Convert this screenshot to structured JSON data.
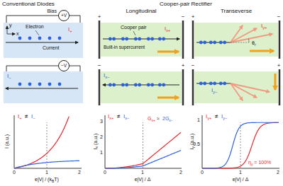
{
  "diagram": {
    "nodes": [
      {
        "text": [
          "+V"
        ]
      },
      {
        "text": [
          "y",
          "x",
          "Electron",
          "Current",
          "I+"
        ]
      },
      {
        "text": [
          "−V"
        ]
      },
      {
        "text": [
          "I−"
        ]
      },
      {
        "text": [
          "Cooper pair",
          "Ix+",
          "Built-in supercurrent"
        ]
      },
      {
        "text": [
          "Ix−"
        ]
      },
      {
        "text": [
          "Iy+",
          "θr"
        ]
      },
      {
        "text": [
          "Iy−"
        ]
      }
    ],
    "edges": [
      {
        "from": 0,
        "to": 1,
        "arrow": "none"
      },
      {
        "from": 2,
        "to": 3,
        "arrow": "none"
      }
    ],
    "labels": [
      "Conventional Diodes",
      "Cooper-pair Rectifier",
      "Longitudinal",
      "Transeverse",
      "Bias",
      "+",
      "−",
      "−",
      "+",
      "+",
      "−",
      "−",
      "+",
      "I (a.u.)",
      "0",
      "1",
      "2",
      "e|V| / (kBT)",
      "I+",
      "≠",
      "I−",
      "Ix (a.u.)",
      "0",
      "1",
      "2",
      "3",
      "1",
      "2",
      "e|V| / Δ",
      "Ix+",
      "≠",
      "Ix−",
      "Gx+",
      "≈",
      "2Gx−",
      "Iy (a.u.)",
      "0",
      "0.5",
      "1",
      "1",
      "2",
      "e|V| / Δ",
      "Iy+",
      "≠",
      "Iy−",
      "ηy = 100%"
    ]
  }
}
